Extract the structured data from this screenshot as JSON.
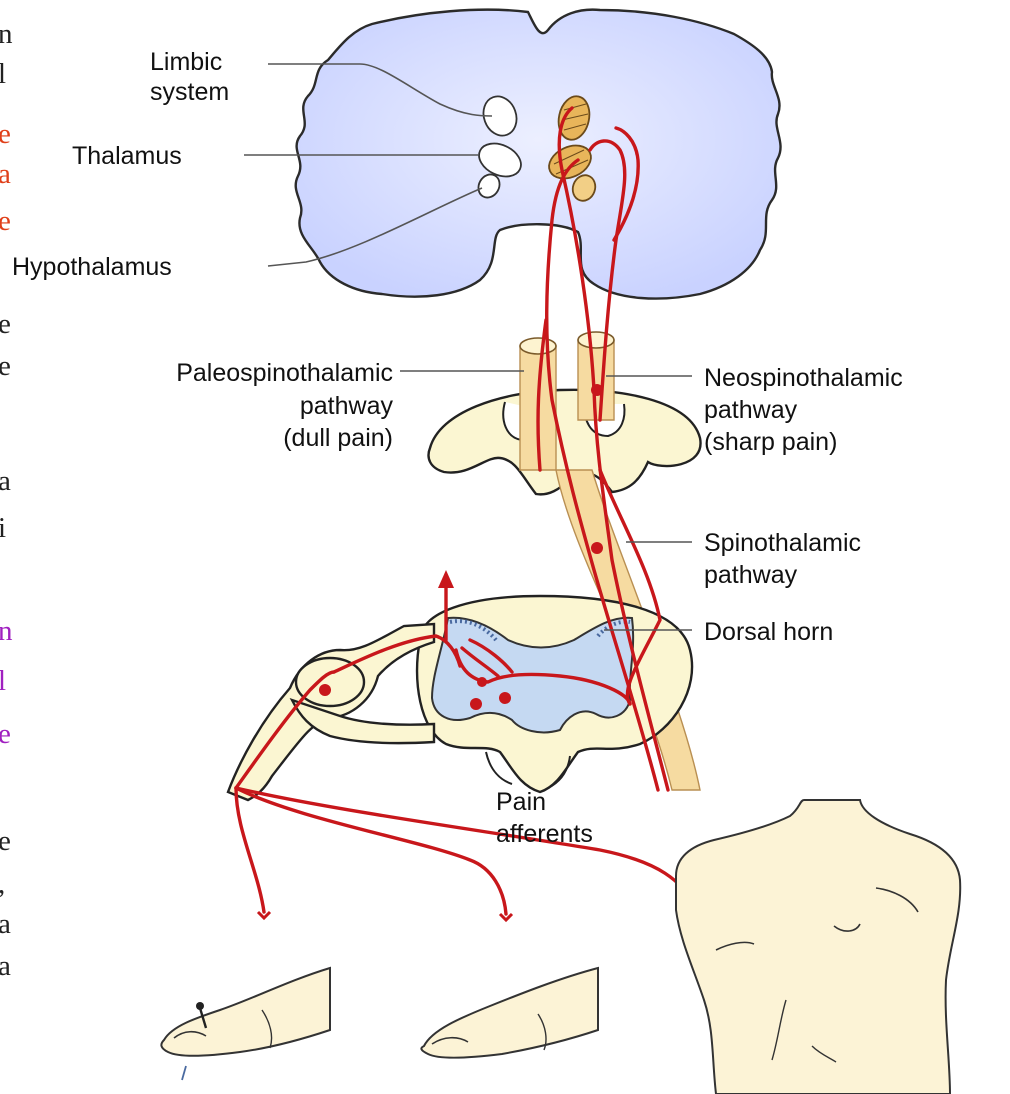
{
  "labels": {
    "limbic_line1": "Limbic",
    "limbic_line2": "system",
    "thalamus": "Thalamus",
    "hypothalamus": "Hypothalamus",
    "paleo_line1": "Paleospinothalamic",
    "paleo_line2": "pathway",
    "paleo_line3": "(dull pain)",
    "neo_line1": "Neospinothalamic",
    "neo_line2": "pathway",
    "neo_line3": "(sharp pain)",
    "spino_line1": "Spinothalamic",
    "spino_line2": "pathway",
    "dorsal_horn": "Dorsal horn",
    "pain_line1": "Pain",
    "pain_line2": "afferents"
  },
  "edge_fragments": [
    {
      "text": "n",
      "color": "#222222"
    },
    {
      "text": "l",
      "color": "#222222"
    },
    {
      "text": "e",
      "color": "#e0401a"
    },
    {
      "text": "a",
      "color": "#e0401a"
    },
    {
      "text": "e",
      "color": "#e0401a"
    },
    {
      "text": "e",
      "color": "#222222"
    },
    {
      "text": "e",
      "color": "#222222"
    },
    {
      "text": "a",
      "color": "#222222"
    },
    {
      "text": "i",
      "color": "#222222"
    },
    {
      "text": "n",
      "color": "#a020c0"
    },
    {
      "text": "l",
      "color": "#a020c0"
    },
    {
      "text": "e",
      "color": "#a020c0"
    },
    {
      "text": "e",
      "color": "#222222"
    },
    {
      "text": ",",
      "color": "#222222"
    },
    {
      "text": "a",
      "color": "#222222"
    },
    {
      "text": "a",
      "color": "#222222"
    }
  ],
  "colors": {
    "nerve": "#c8171b",
    "brain_fill": "#d4dcff",
    "grey_matter": "#c5d9f2",
    "tract": "#f6dba1",
    "cord": "#fbf6d2",
    "skin": "#fcf3d6"
  }
}
